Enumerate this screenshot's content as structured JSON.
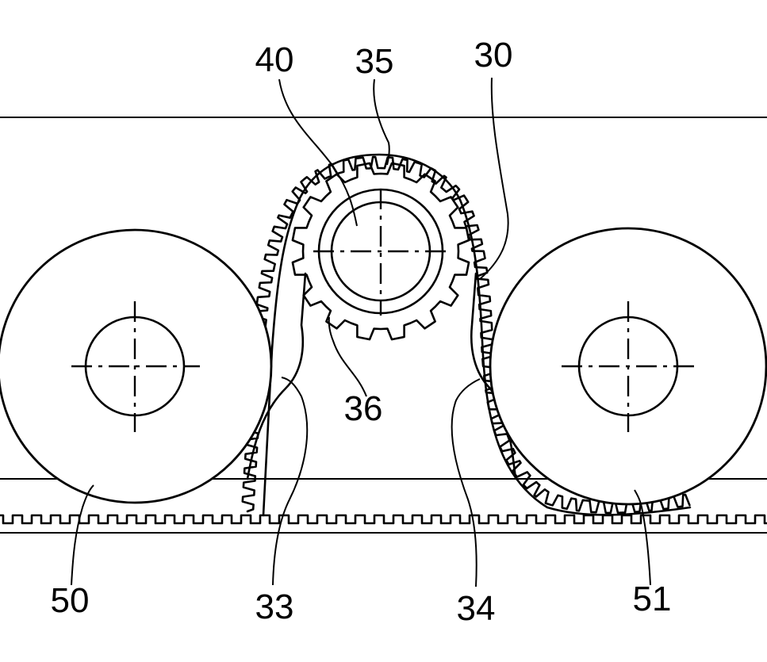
{
  "figure": {
    "reference_numerals": {
      "idler_shaft": "40",
      "drive_sprocket": "35",
      "belt_loop": "30",
      "sprocket_teeth": "36",
      "left_belt_run": "33",
      "right_belt_run": "34",
      "left_roller": "50",
      "right_roller": "51"
    }
  }
}
